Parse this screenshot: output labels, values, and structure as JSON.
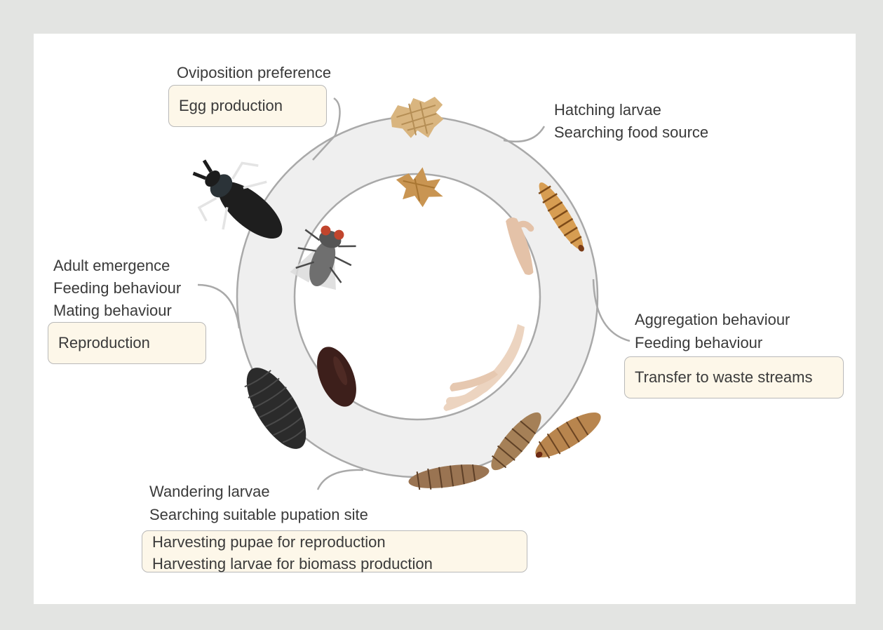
{
  "stages": {
    "oviposition": {
      "lines": [
        "Oviposition preference"
      ],
      "box": [
        "Egg production"
      ]
    },
    "hatching": {
      "lines": [
        "Hatching larvae",
        "Searching food source"
      ]
    },
    "aggregation": {
      "lines": [
        "Aggregation behaviour",
        "Feeding behaviour"
      ],
      "box": [
        "Transfer to waste streams"
      ]
    },
    "wandering": {
      "lines": [
        "Wandering larvae",
        "Searching suitable pupation site"
      ],
      "box": [
        "Harvesting pupae for reproduction",
        "Harvesting larvae for biomass production"
      ]
    },
    "adult": {
      "lines": [
        "Adult emergence",
        "Feeding behaviour",
        "Mating behaviour"
      ],
      "box": [
        "Reproduction"
      ]
    }
  },
  "colors": {
    "page_bg": "#e3e4e2",
    "card_bg": "#ffffff",
    "ring_fill": "#efefef",
    "ring_stroke": "#a9a9a9",
    "box_fill": "#fdf7e9",
    "box_border": "#b9b9b9",
    "text": "#3a3a3a"
  },
  "illustrations": [
    "egg-cluster",
    "larva",
    "prepupa",
    "pupa",
    "adult-fly"
  ]
}
